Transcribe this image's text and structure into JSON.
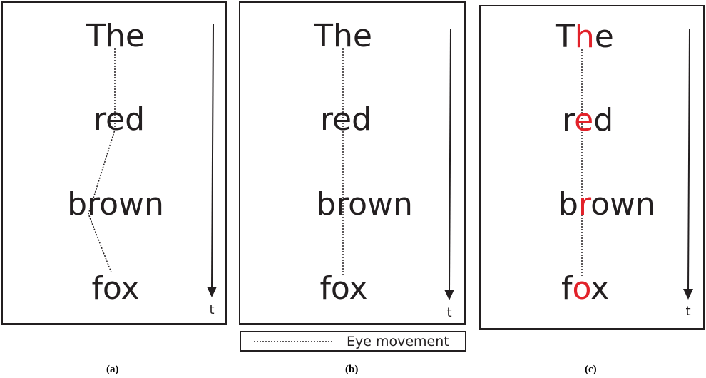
{
  "panels": [
    {
      "caption": "(a)",
      "words": [
        "The",
        "red",
        "brown",
        "fox"
      ],
      "axis_label": "t"
    },
    {
      "caption": "(b)",
      "words": [
        "The",
        "red",
        "brown",
        "fox"
      ],
      "axis_label": "t"
    },
    {
      "caption": "(c)",
      "words": [
        {
          "pre": "T",
          "hl": "h",
          "post": "e"
        },
        {
          "pre": "r",
          "hl": "e",
          "post": "d"
        },
        {
          "pre": "b",
          "hl": "r",
          "post": "own"
        },
        {
          "pre": "f",
          "hl": "o",
          "post": "x"
        }
      ],
      "axis_label": "t"
    }
  ],
  "legend": {
    "label": "Eye movement"
  },
  "colors": {
    "text": "#231f20",
    "highlight": "#e2222a"
  }
}
